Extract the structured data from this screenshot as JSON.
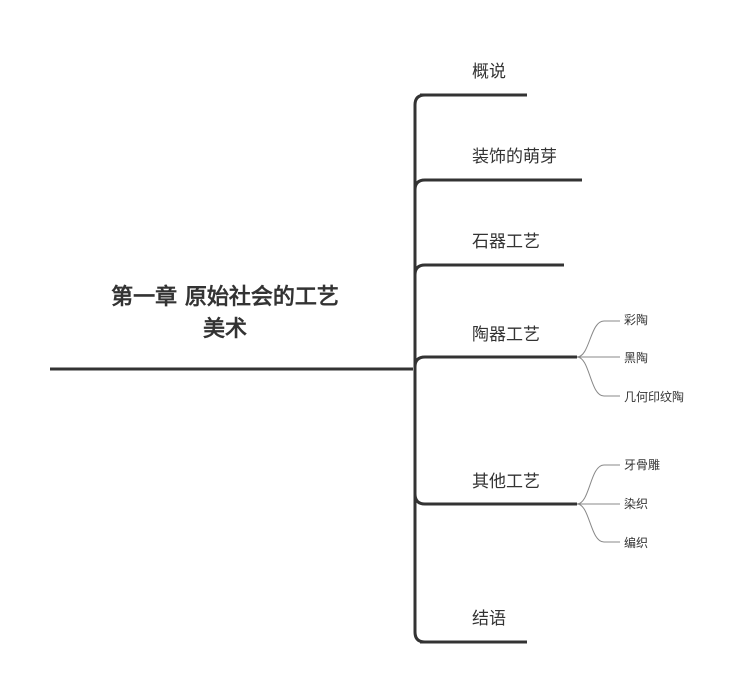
{
  "mindmap": {
    "root": {
      "title_line1": "第一章 原始社会的工艺",
      "title_line2": "美术"
    },
    "branches": [
      {
        "label": "概说",
        "children": []
      },
      {
        "label": "装饰的萌芽",
        "children": []
      },
      {
        "label": "石器工艺",
        "children": []
      },
      {
        "label": "陶器工艺",
        "children": [
          "彩陶",
          "黑陶",
          "几何印纹陶"
        ]
      },
      {
        "label": "其他工艺",
        "children": [
          "牙骨雕",
          "染织",
          "编织"
        ]
      },
      {
        "label": "结语",
        "children": []
      }
    ],
    "colors": {
      "line": "#333333",
      "leaf_line": "#888888",
      "text": "#333333"
    }
  }
}
